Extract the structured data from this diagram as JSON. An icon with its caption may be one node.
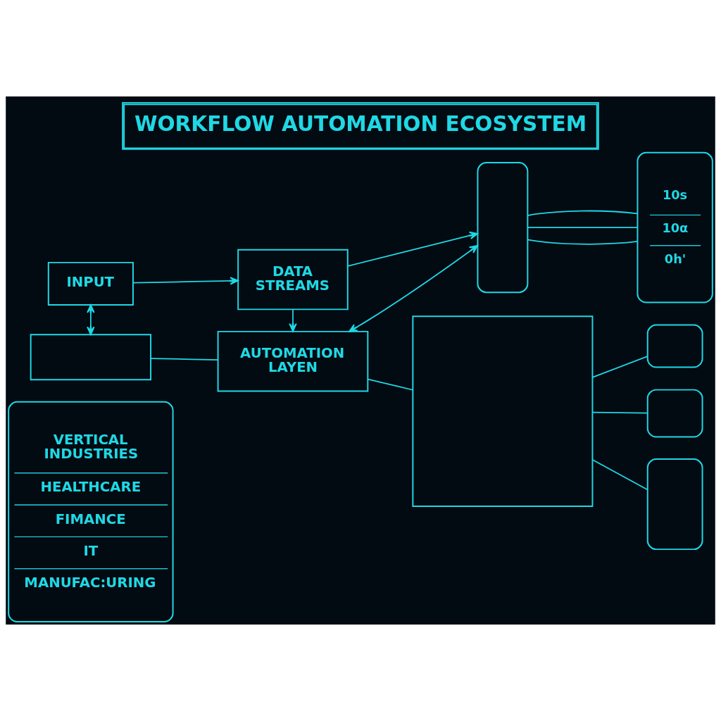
{
  "diagram": {
    "title": "WORKFLOW AUTOMATION ECOSYSTEM",
    "nodes": [
      {
        "text": [
          "INPUT"
        ]
      },
      {
        "text": [
          "DATA STREAMS"
        ]
      },
      {
        "text": [],
        "shape": "box"
      },
      {
        "text": [
          "10s",
          "10α",
          "0h'"
        ]
      },
      {
        "text": [],
        "shape": "box"
      },
      {
        "text": [
          "AUTOMATION LAYEN"
        ]
      },
      {
        "text": [
          "VERTICAL INDUSTRIES",
          "HEALTHCARE",
          "FIMANCE",
          "IT",
          "MANUFAC:URING"
        ]
      },
      {
        "text": [],
        "shape": "box"
      },
      {
        "text": [],
        "shape": "box"
      },
      {
        "text": [],
        "shape": "box"
      },
      {
        "text": [],
        "shape": "box"
      }
    ],
    "edges": [
      {
        "from": 0,
        "to": 1,
        "arrow": "to"
      },
      {
        "from": 1,
        "to": 2,
        "arrow": "to"
      },
      {
        "from": 0,
        "to": 4,
        "arrow": "both"
      },
      {
        "from": 1,
        "to": 5,
        "arrow": "to"
      },
      {
        "from": 4,
        "to": 5,
        "arrow": "none"
      },
      {
        "from": 2,
        "to": 5,
        "arrow": "both"
      },
      {
        "from": 2,
        "to": 3,
        "arrow": "none"
      },
      {
        "from": 2,
        "to": 3,
        "arrow": "none"
      },
      {
        "from": 2,
        "to": 3,
        "arrow": "none"
      },
      {
        "from": 5,
        "to": 7,
        "arrow": "none"
      },
      {
        "from": 7,
        "to": 8,
        "arrow": "none"
      },
      {
        "from": 7,
        "to": 9,
        "arrow": "none"
      },
      {
        "from": 7,
        "to": 10,
        "arrow": "none"
      }
    ]
  }
}
